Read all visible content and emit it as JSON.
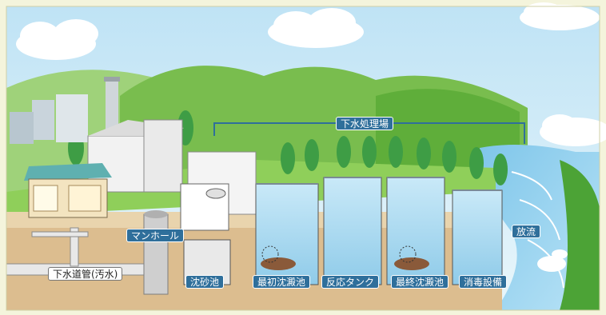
{
  "diagram": {
    "plant_label": "下水処理場",
    "sewer_pipe_label": "下水道管(汚水)",
    "manhole_label": "マンホール",
    "stages": [
      "沈砂池",
      "最初沈澱池",
      "反応タンク",
      "最終沈澱池",
      "消毒設備",
      "放流"
    ]
  },
  "colors": {
    "sky": "#d8eef8",
    "label_bg": "#2f6f9b",
    "water": "#9fd3ee",
    "sludge": "#8a5a3a",
    "grass": "#7fc24a",
    "mountain": "#5fae3a",
    "soil": "#d9b98c"
  }
}
